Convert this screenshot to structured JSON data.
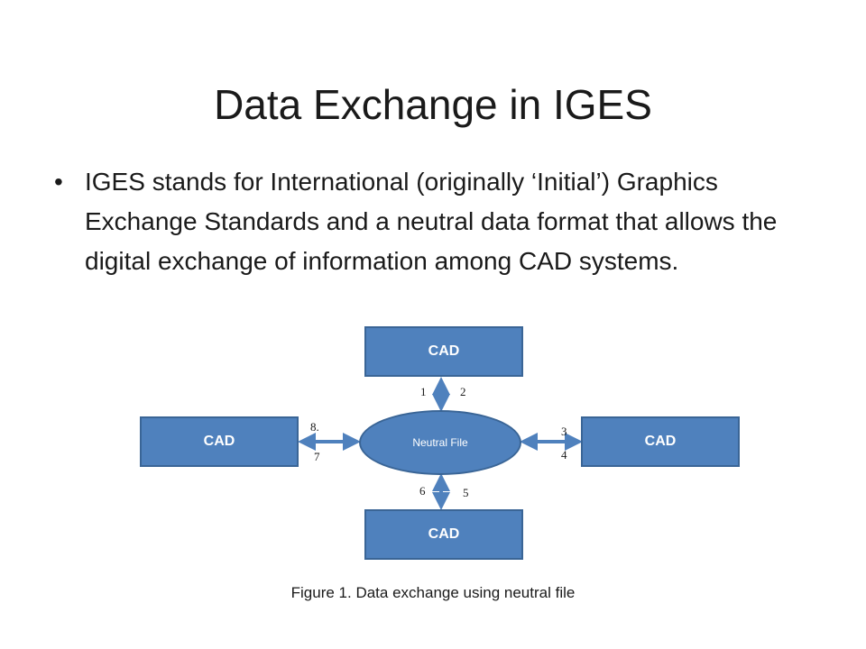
{
  "slide": {
    "title": "Data Exchange in IGES",
    "bullet_symbol": "•",
    "bullets": [
      "IGES stands for International (originally ‘Initial’) Graphics Exchange Standards and a neutral data format that allows the digital exchange of information among CAD systems."
    ]
  },
  "diagram": {
    "center_label": "Neutral File",
    "nodes": {
      "top": "CAD",
      "left": "CAD",
      "right": "CAD",
      "bottom": "CAD"
    },
    "edge_labels": {
      "top_left": "1",
      "top_right": "2",
      "right_top": "3",
      "right_bottom": "4",
      "bottom_right": "5",
      "bottom_left": "6",
      "left_bottom": "7",
      "left_top": "8."
    },
    "colors": {
      "box_fill": "#4f81bd",
      "box_border": "#3a6596",
      "arrow": "#4f81bd"
    },
    "caption": "Figure 1. Data exchange using neutral file"
  }
}
